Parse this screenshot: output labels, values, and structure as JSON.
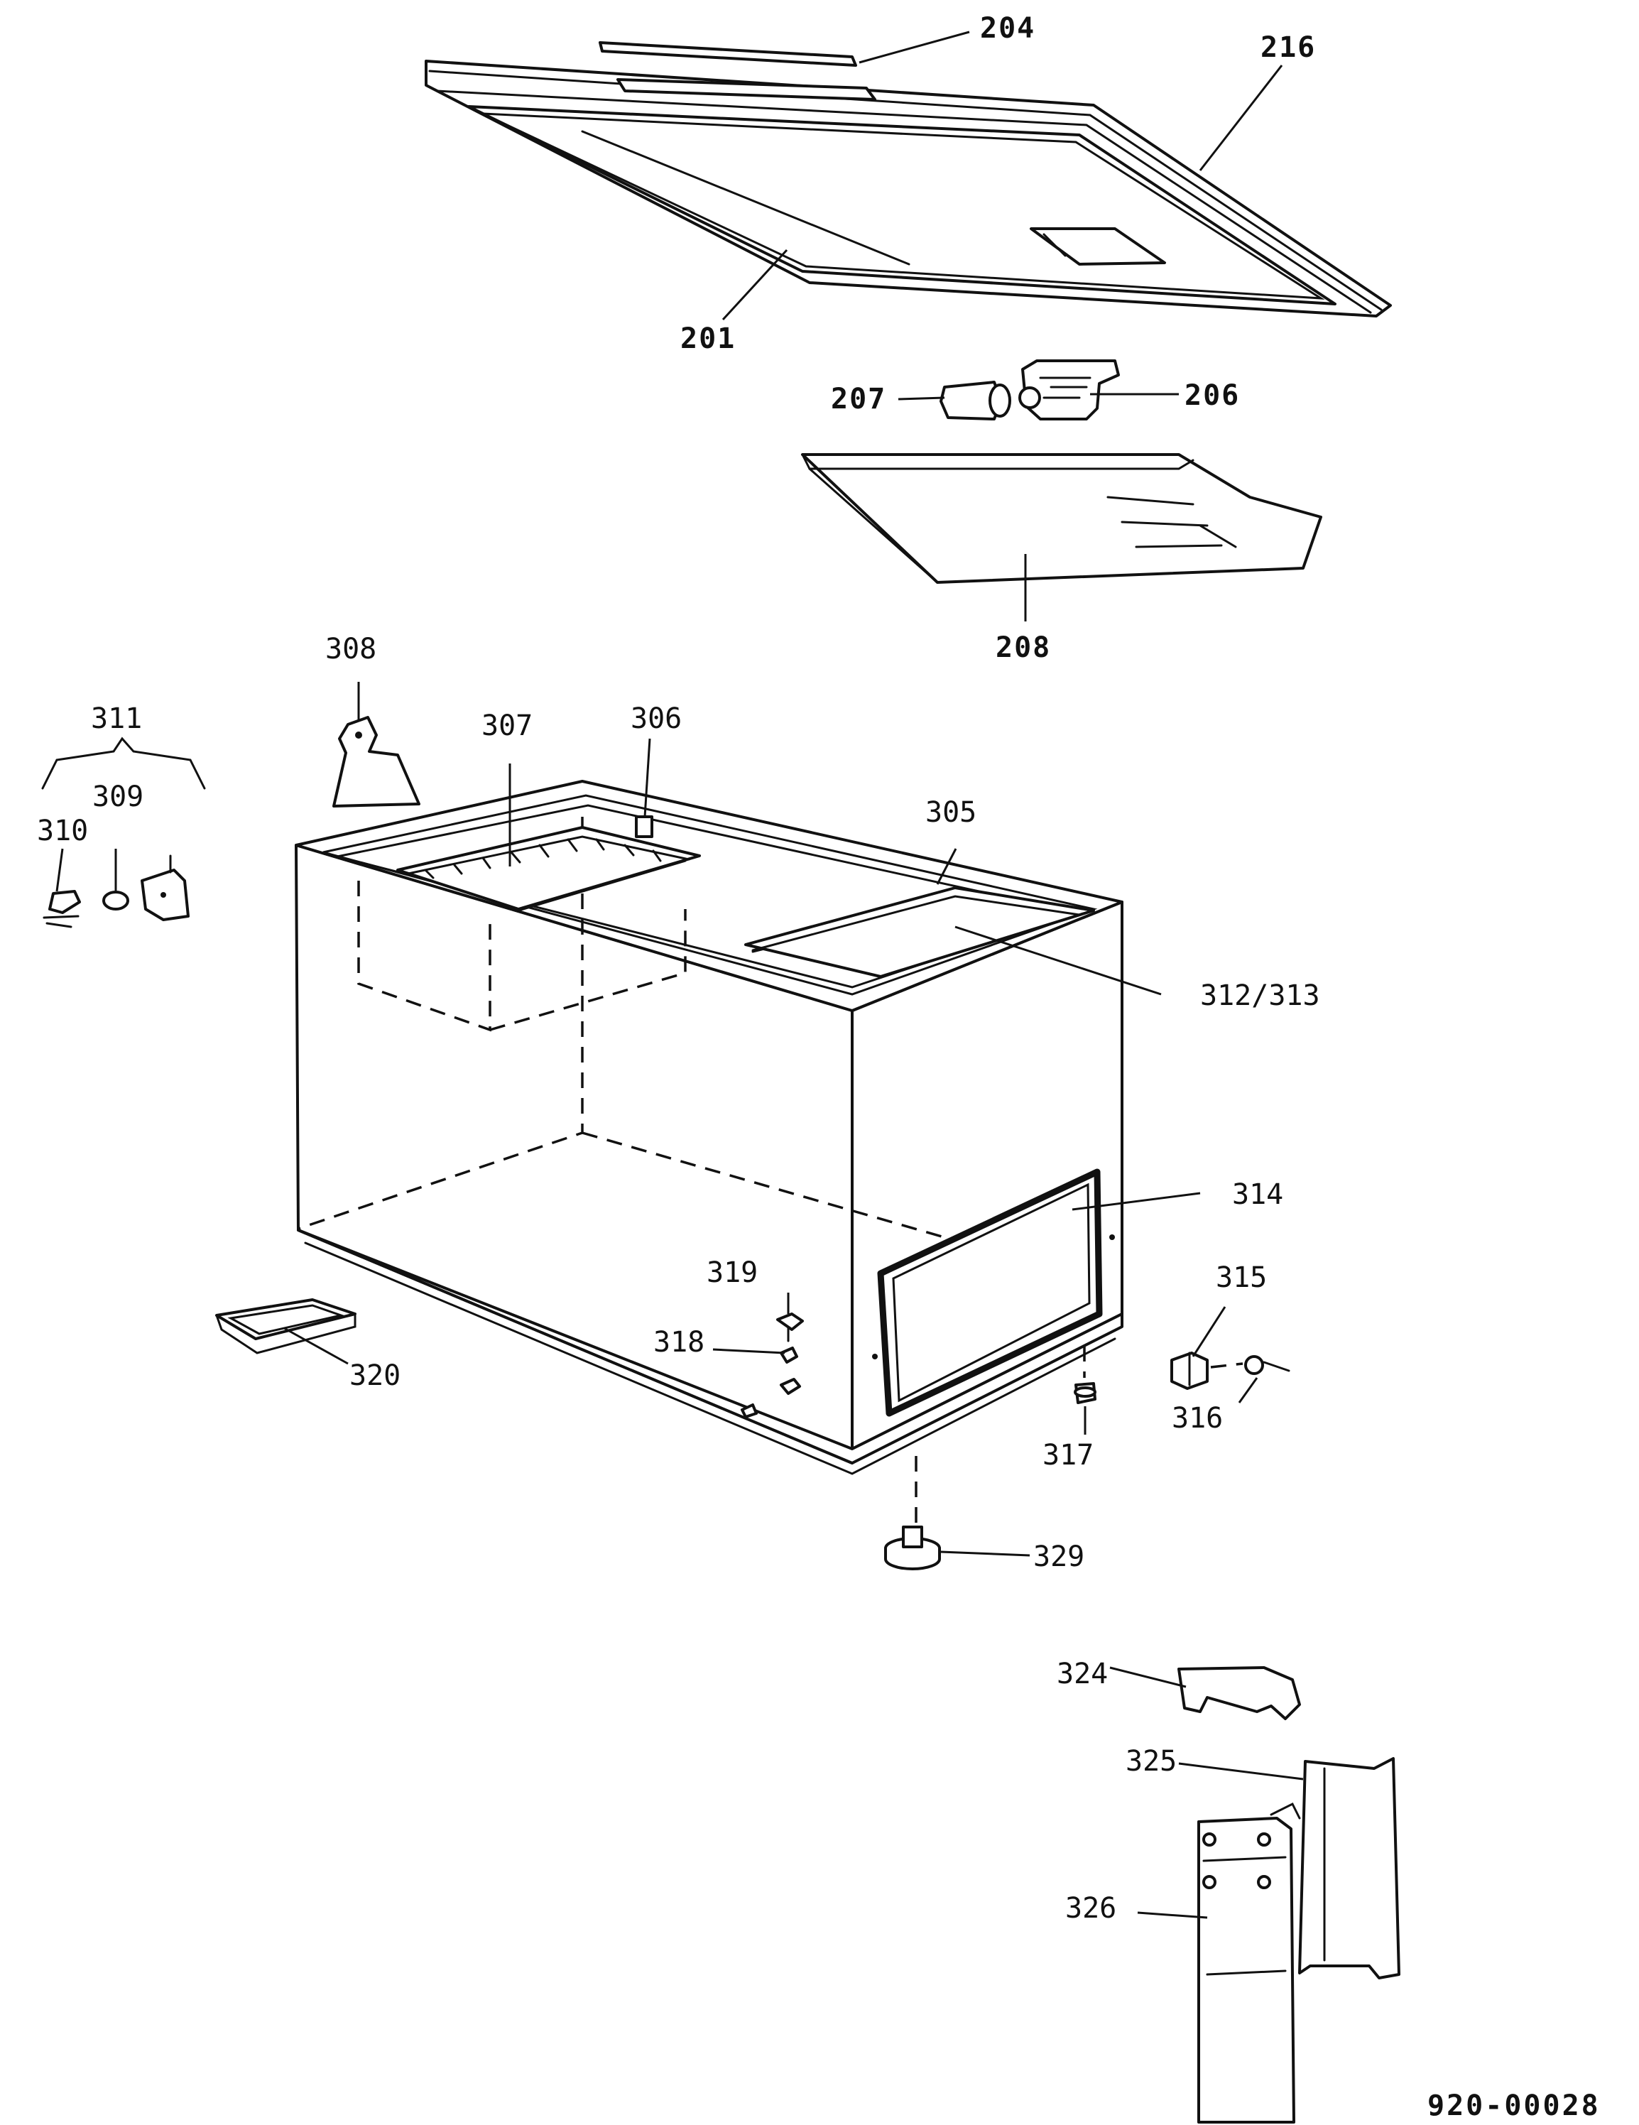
{
  "document_code": "920-00028",
  "labels": {
    "p201": "201",
    "p204": "204",
    "p206": "206",
    "p207": "207",
    "p208": "208",
    "p216": "216",
    "p305": "305",
    "p306": "306",
    "p307": "307",
    "p308": "308",
    "p309": "309",
    "p310": "310",
    "p311": "311",
    "p312_313": "312/313",
    "p314": "314",
    "p315": "315",
    "p316": "316",
    "p317": "317",
    "p318": "318",
    "p319": "319",
    "p320": "320",
    "p324": "324",
    "p325": "325",
    "p326": "326",
    "p329": "329"
  }
}
